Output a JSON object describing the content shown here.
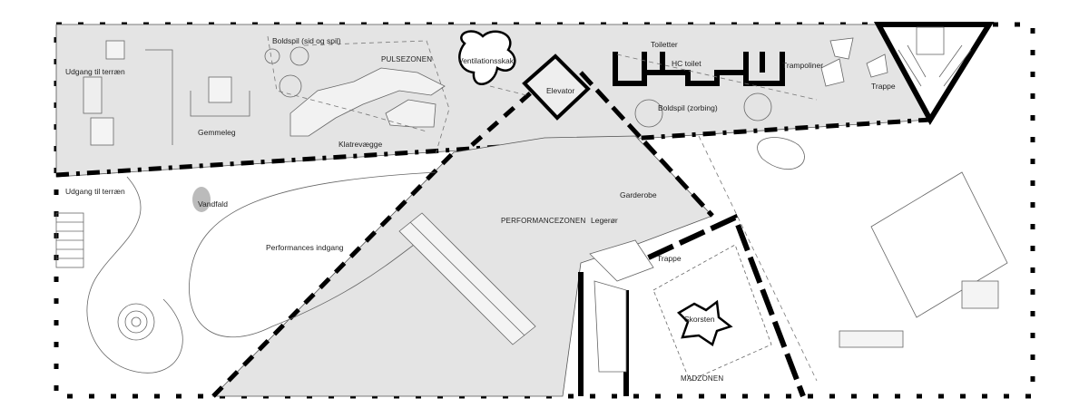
{
  "plan": {
    "colors": {
      "zone_fill": "#e4e4e4",
      "wall": "#000000",
      "background": "#ffffff"
    },
    "labels": {
      "exit_top": "Udgang til terræn",
      "exit_left": "Udgang til terræn",
      "ball_games_sit": "Boldspil (sid og spil)",
      "pulse_zone": "PULSEZONEN",
      "ventilation": "Ventilationsskakt",
      "toilets": "Toiletter",
      "hc_toilet": "HC toilet",
      "trampolines": "Trampoliner",
      "stairs_top": "Trappe",
      "elevator": "Elevator",
      "ball_games_zorbing": "Boldspil (zorbing)",
      "hide_and_seek": "Gemmeleg",
      "climbing_walls": "Klatrevægge",
      "waterfall": "Vandfald",
      "wardrobe": "Garderobe",
      "performance_zone": "PERFORMANCEZONEN",
      "play_tubes": "Legerør",
      "performance_entrance": "Performances indgang",
      "stairs_mid": "Trappe",
      "chimney": "Skorsten",
      "food_zone": "MADZONEN"
    }
  }
}
